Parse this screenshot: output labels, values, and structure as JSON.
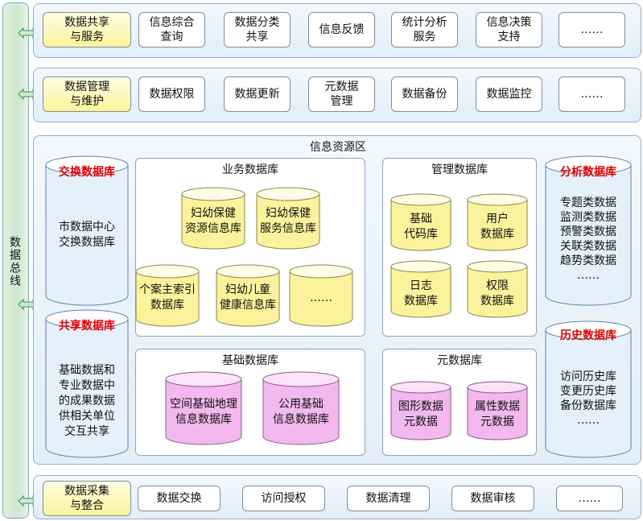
{
  "bus_label": "数据总线",
  "rows": {
    "top": [
      "数据共享\n与服务",
      "信息综合\n查询",
      "数据分类\n共享",
      "信息反馈",
      "统计分析\n服务",
      "信息决策\n支持",
      "……"
    ],
    "second": [
      "数据管理\n与维护",
      "数据权限",
      "数据更新",
      "元数据\n管理",
      "数据备份",
      "数据监控",
      "……"
    ],
    "bottom": [
      "数据采集\n与整合",
      "数据交换",
      "访问授权",
      "数据清理",
      "数据审核",
      "……"
    ]
  },
  "resource_area": {
    "title": "信息资源区"
  },
  "exchange_db": {
    "title": "交换数据库",
    "body": "市数据中心\n交换数据库"
  },
  "shared_db": {
    "title": "共享数据库",
    "body": "基础数据和\n专业数据中\n的成果数据\n供相关单位\n交互共享"
  },
  "business_db": {
    "title": "业务数据库",
    "items": [
      "妇幼保健\n资源信息库",
      "妇幼保健\n服务信息库",
      "个案主索引\n数据库",
      "妇幼儿童\n健康信息库",
      "……"
    ]
  },
  "management_db": {
    "title": "管理数据库",
    "items": [
      "基础\n代码库",
      "用户\n数据库",
      "日志\n数据库",
      "权限\n数据库"
    ]
  },
  "basic_db": {
    "title": "基础数据库",
    "items": [
      "空间基础地理\n信息数据库",
      "公用基础\n信息数据库"
    ]
  },
  "meta_db": {
    "title": "元数据库",
    "items": [
      "图形数据\n元数据",
      "属性数据\n元数据"
    ]
  },
  "analysis_db": {
    "title": "分析数据库",
    "body": "专题类数据\n监测类数据\n预警类数据\n关联类数据\n趋势类数据\n……"
  },
  "history_db": {
    "title": "历史数据库",
    "body": "访问历史库\n变更历史库\n备份数据库\n……"
  },
  "colors": {
    "accent_red": "#e00000",
    "yellow": "#fbf39c",
    "pink": "#f3b8ee",
    "blue_fill": "#e6f0fb",
    "border": "#7fa5c8"
  }
}
